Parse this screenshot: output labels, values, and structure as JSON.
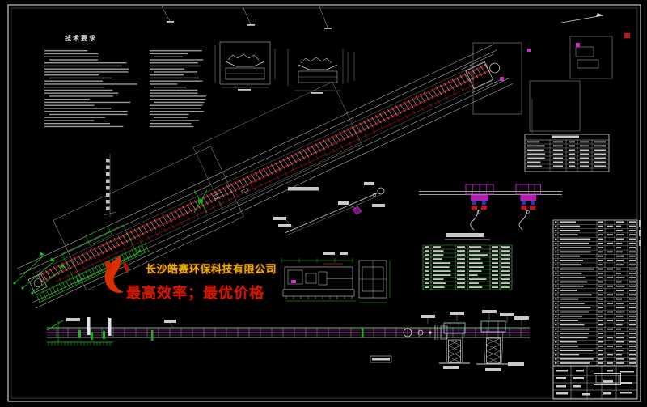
{
  "sheet": {
    "background": "#000000",
    "frame_color": "#d8d8d8"
  },
  "tech_requirements": {
    "title": "技术要求"
  },
  "watermark": {
    "company": "长沙皓赛环保科技有限公司",
    "slogan": "最高效率；最优价格",
    "company_color": "#ddb900",
    "slogan_color": "#d41800",
    "logo_color": "#d83000",
    "logo_icon": "flame-icon"
  },
  "colors": {
    "line": "#cfcfcf",
    "dim_line": "#a8a8a8",
    "belt": "#6e1111",
    "belt_dark": "#4f0b0b",
    "green": "#17c517",
    "magenta": "#cc2ccc",
    "cyan": "#9fdede",
    "red": "#cc1111",
    "blue": "#2a2ae0",
    "pseudo_text": "#c9c9c9"
  }
}
